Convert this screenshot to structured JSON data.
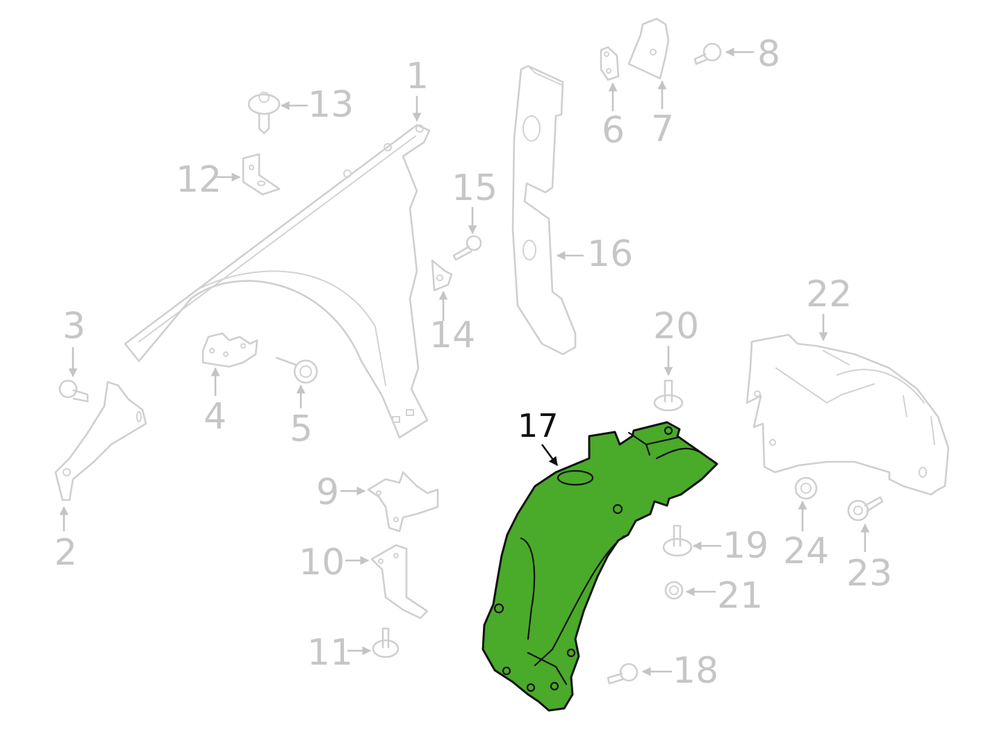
{
  "diagram": {
    "highlight_color": "#4aaa2a",
    "inactive_color": "#c6c6c6",
    "active_label_color": "#111111",
    "selected_part": "17",
    "callouts": [
      {
        "id": "1",
        "label": "1"
      },
      {
        "id": "2",
        "label": "2"
      },
      {
        "id": "3",
        "label": "3"
      },
      {
        "id": "4",
        "label": "4"
      },
      {
        "id": "5",
        "label": "5"
      },
      {
        "id": "6",
        "label": "6"
      },
      {
        "id": "7",
        "label": "7"
      },
      {
        "id": "8",
        "label": "8"
      },
      {
        "id": "9",
        "label": "9"
      },
      {
        "id": "10",
        "label": "10"
      },
      {
        "id": "11",
        "label": "11"
      },
      {
        "id": "12",
        "label": "12"
      },
      {
        "id": "13",
        "label": "13"
      },
      {
        "id": "14",
        "label": "14"
      },
      {
        "id": "15",
        "label": "15"
      },
      {
        "id": "16",
        "label": "16"
      },
      {
        "id": "17",
        "label": "17"
      },
      {
        "id": "18",
        "label": "18"
      },
      {
        "id": "19",
        "label": "19"
      },
      {
        "id": "20",
        "label": "20"
      },
      {
        "id": "21",
        "label": "21"
      },
      {
        "id": "22",
        "label": "22"
      },
      {
        "id": "23",
        "label": "23"
      },
      {
        "id": "24",
        "label": "24"
      }
    ]
  }
}
